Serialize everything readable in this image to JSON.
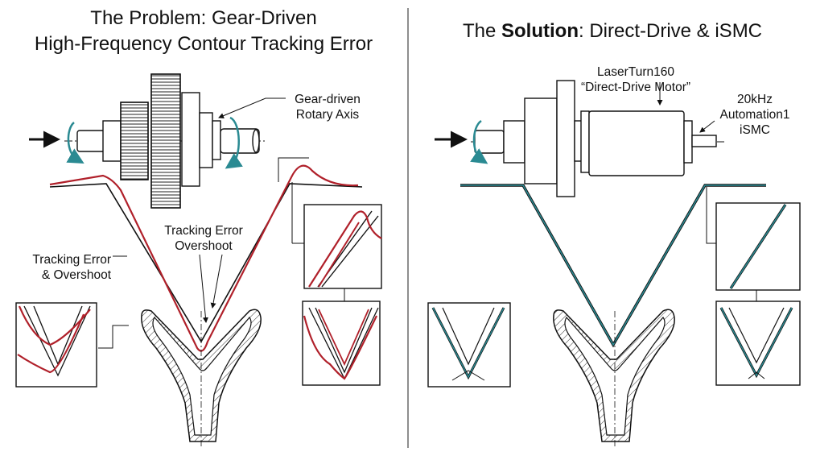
{
  "left_panel": {
    "title_line1": "The Problem: Gear-Driven",
    "title_line2": "High-Frequency Contour Tracking Error",
    "label_gear_axis_line1": "Gear-driven",
    "label_gear_axis_line2": "Rotary Axis",
    "label_tracking_overshoot_line1": "Tracking Error",
    "label_tracking_overshoot_line2": "Overshoot",
    "label_tracking_and_overshoot_line1": "Tracking Error",
    "label_tracking_and_overshoot_line2": "& Overshoot"
  },
  "right_panel": {
    "title_prefix": "The ",
    "title_bold": "Solution",
    "title_suffix": ": Direct-Drive & iSMC",
    "label_motor_line1": "LaserTurn160",
    "label_motor_line2": "“Direct-Drive Motor”",
    "label_controller_line1": "20kHz",
    "label_controller_line2": "Automation1",
    "label_controller_line3": "iSMC"
  },
  "colors": {
    "error_path": "#b0202a",
    "corrected_path": "#2a8a92",
    "ink": "#111111",
    "divider": "#444444"
  }
}
